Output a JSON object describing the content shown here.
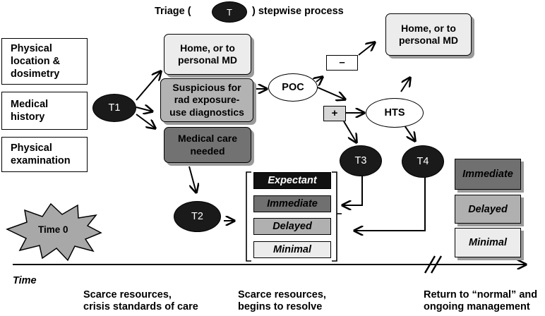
{
  "header": {
    "prefix": "Triage (",
    "token": "T",
    "suffix": ") stepwise process"
  },
  "left_boxes": [
    {
      "line1": "Physical",
      "line2": "location &",
      "line3": "dosimetry"
    },
    {
      "line1": "Medical",
      "line2": "history"
    },
    {
      "line1": "Physical",
      "line2": "examination"
    }
  ],
  "nodes": {
    "t1": "T1",
    "t2": "T2",
    "t3": "T3",
    "t4": "T4",
    "poc": "POC",
    "hts": "HTS",
    "minus": "–",
    "plus": "+"
  },
  "outcomes": {
    "home_center": {
      "line1": "Home, or to",
      "line2": "personal MD"
    },
    "suspicious": {
      "line1": "Suspicious for",
      "line2": "rad exposure-",
      "line3": "use diagnostics"
    },
    "medical_care": {
      "line1": "Medical care",
      "line2": "needed"
    },
    "home_right": {
      "line1": "Home, or to",
      "line2": "personal MD"
    }
  },
  "categories_center": [
    "Expectant",
    "Immediate",
    "Delayed",
    "Minimal"
  ],
  "categories_right": [
    "Immediate",
    "Delayed",
    "Minimal"
  ],
  "timeline": {
    "start_label": "Time 0",
    "axis_label": "Time",
    "phases": [
      {
        "line1": "Scarce resources,",
        "line2": "crisis standards of care"
      },
      {
        "line1": "Scarce resources,",
        "line2": "begins to resolve"
      },
      {
        "line1": "Return to “normal” and",
        "line2": "ongoing management"
      }
    ]
  },
  "colors": {
    "dark_node": "#1a1a1a",
    "light_gray": "#e8e8e8",
    "mid_gray": "#b0b0b0",
    "dark_gray": "#707070",
    "shadow": "#9a9a9a"
  }
}
